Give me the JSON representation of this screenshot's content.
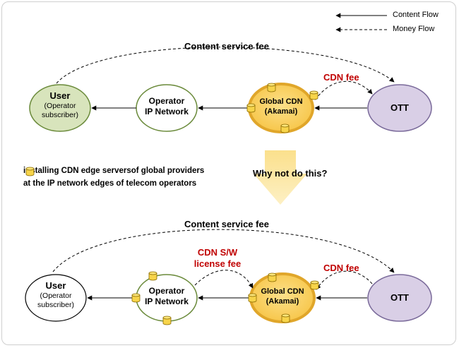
{
  "colors": {
    "user_green": "#d8e4bc",
    "user_green_stroke": "#6a8a3a",
    "cdn_fill": "#fbd36b",
    "cdn_stroke": "#e0a62a",
    "ott_fill": "#d9cfe6",
    "ott_stroke": "#7a6a9a",
    "arrow_down": "#fde58a",
    "fee_red": "#c00000"
  },
  "legend": {
    "content_flow": "Content Flow",
    "money_flow": "Money Flow"
  },
  "top_diagram": {
    "fee_label": "Content service fee",
    "user": {
      "title": "User",
      "sub1": "(Operator",
      "sub2": "subscriber)"
    },
    "operator": {
      "line1": "Operator",
      "line2": "IP Network"
    },
    "cdn": {
      "line1": "Global CDN",
      "line2": "(Akamai)"
    },
    "ott": {
      "label": "OTT"
    },
    "cdn_fee": "CDN fee"
  },
  "middle": {
    "proposal_part1": "installing CDN edge servers",
    "proposal_part2": "of global providers",
    "proposal_line2": "at the IP network edges of telecom operators",
    "question": "Why not do this?"
  },
  "bottom_diagram": {
    "fee_label": "Content service fee",
    "user": {
      "title": "User",
      "sub1": "(Operator",
      "sub2": "subscriber)"
    },
    "operator": {
      "line1": "Operator",
      "line2": "IP Network"
    },
    "cdn": {
      "line1": "Global CDN",
      "line2": "(Akamai)"
    },
    "ott": {
      "label": "OTT"
    },
    "license_fee_line1": "CDN S/W",
    "license_fee_line2": "license fee",
    "cdn_fee": "CDN fee"
  }
}
